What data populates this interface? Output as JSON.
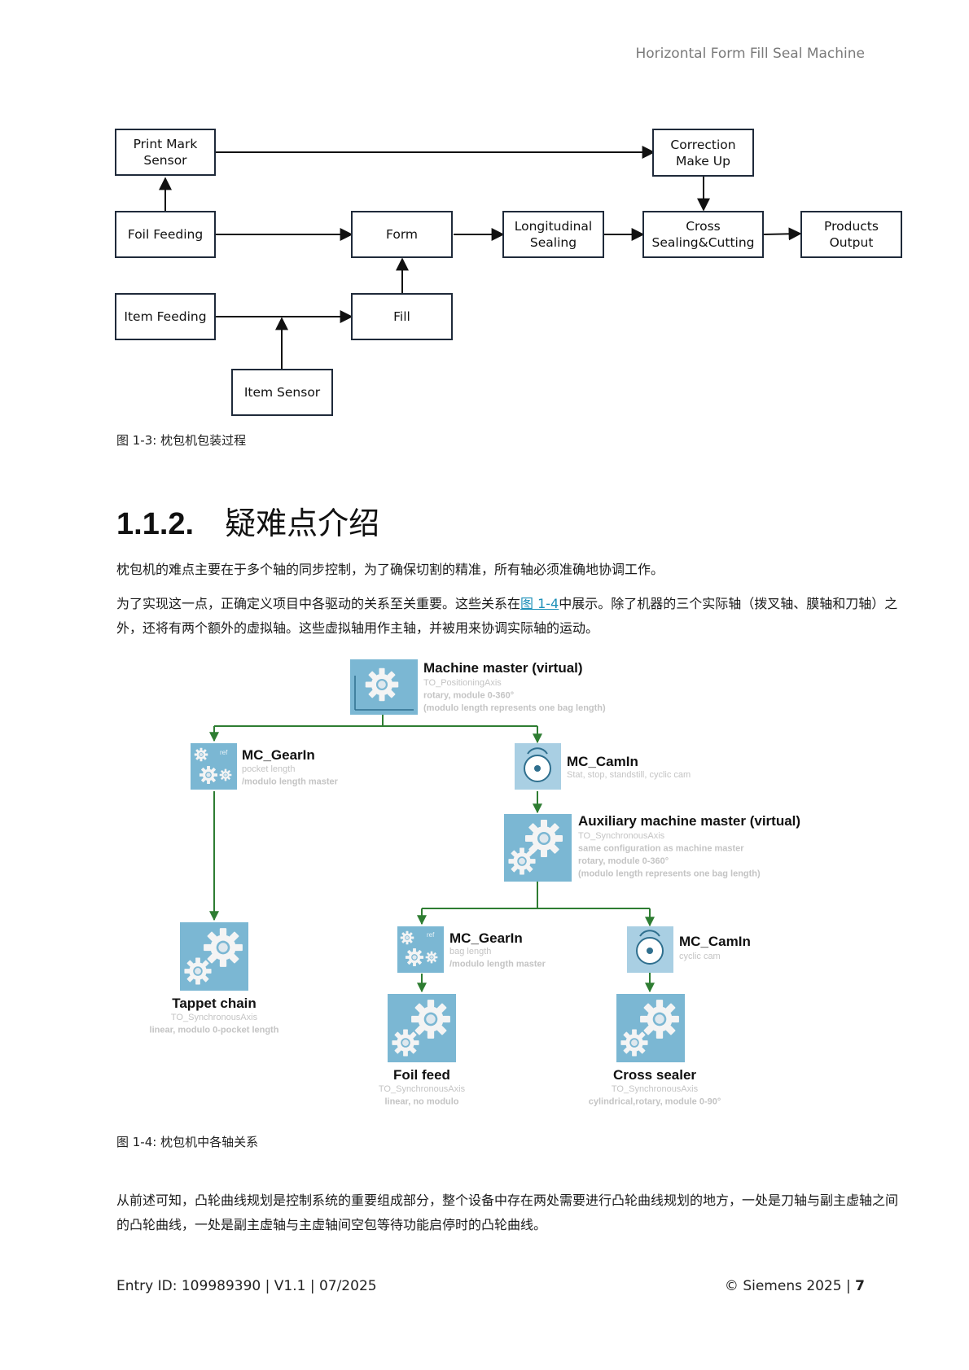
{
  "header": {
    "title": "Horizontal Form Fill Seal Machine"
  },
  "flow": {
    "boxes": {
      "print_mark": "Print Mark\nSensor",
      "correction": "Correction\nMake Up",
      "foil_feeding": "Foil Feeding",
      "form": "Form",
      "longitudinal": "Longitudinal\nSealing",
      "cross": "Cross\nSealing&Cutting",
      "products": "Products\nOutput",
      "item_feeding": "Item Feeding",
      "fill": "Fill",
      "item_sensor": "Item Sensor"
    },
    "caption": "图 1-3: 枕包机包装过程"
  },
  "section": {
    "number": "1.1.2.",
    "title": "疑难点介绍",
    "para1": "枕包机的难点主要在于多个轴的同步控制，为了确保切割的精准，所有轴必须准确地协调工作。",
    "para2_before": "为了实现这一点，正确定义项目中各驱动的关系至关重要。这些关系在",
    "para2_link": "图 1-4",
    "para2_after": "中展示。除了机器的三个实际轴（拨叉轴、膜轴和刀轴）之外，还将有两个额外的虚拟轴。这些虚拟轴用作主轴，并被用来协调实际轴的运动。"
  },
  "axis_diagram": {
    "machine_master": {
      "title": "Machine master (virtual)",
      "lines": [
        "TO_PositioningAxis",
        "rotary, module 0-360°",
        "(modulo length represents one bag length)"
      ]
    },
    "gearin1": {
      "title": "MC_GearIn",
      "lines": [
        "pocket length",
        "/modulo length master"
      ],
      "ref": "ref"
    },
    "camin1": {
      "title": "MC_CamIn",
      "lines": [
        "Stat, stop, standstill, cyclic cam"
      ]
    },
    "aux_master": {
      "title": "Auxiliary machine master (virtual)",
      "lines": [
        "TO_SynchronousAxis",
        "same configuration as machine master",
        "rotary, module 0-360°",
        "(modulo length represents one bag length)"
      ]
    },
    "tappet": {
      "title": "Tappet chain",
      "lines": [
        "TO_SynchronousAxis",
        "linear, modulo 0-pocket length"
      ]
    },
    "gearin2": {
      "title": "MC_GearIn",
      "lines": [
        "bag length",
        "/modulo length master"
      ],
      "ref": "ref"
    },
    "camin2": {
      "title": "MC_CamIn",
      "lines": [
        "cyclic cam"
      ]
    },
    "foil_feed": {
      "title": "Foil feed",
      "lines": [
        "TO_SynchronousAxis",
        "linear, no modulo"
      ]
    },
    "cross_sealer": {
      "title": "Cross sealer",
      "lines": [
        "TO_SynchronousAxis",
        "cylindrical,rotary, module 0-90°"
      ]
    },
    "caption": "图 1-4: 枕包机中各轴关系"
  },
  "para3": "从前述可知，凸轮曲线规划是控制系统的重要组成部分，整个设备中存在两处需要进行凸轮曲线规划的地方，一处是刀轴与副主虚轴之间的凸轮曲线，一处是副主虚轴与主虚轴间空包等待功能启停时的凸轮曲线。",
  "footer": {
    "left": "Entry ID: 109989390 | V1.1 | 07/2025",
    "right_prefix": "© Siemens 2025 | ",
    "page": "7"
  },
  "colors": {
    "box_border": "#1f2a3a",
    "tile": "#7bb7d3",
    "tile_light": "#a9cfe3",
    "line_green": "#2e7d32",
    "subtext": "#c4c4c4"
  }
}
